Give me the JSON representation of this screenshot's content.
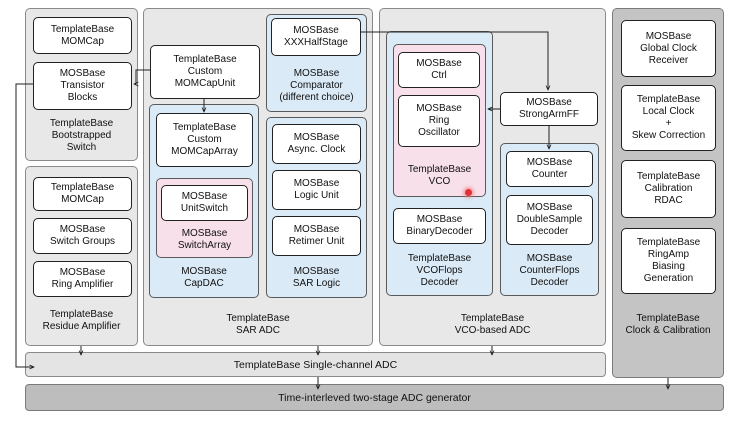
{
  "colors": {
    "panel": "#e8e8e8",
    "panel_dark": "#c4c4c4",
    "blue_group": "#daeaf7",
    "pink_group": "#f7e0ea",
    "box": "#ffffff",
    "marker": "#e0303a"
  },
  "bootstrapped": {
    "momcap": [
      "TemplateBase",
      "MOMCap"
    ],
    "transistor": [
      "MOSBase",
      "Transistor",
      "Blocks"
    ],
    "label": [
      "TemplateBase",
      "Bootstrapped",
      "Switch"
    ]
  },
  "residue": {
    "momcap": [
      "TemplateBase",
      "MOMCap"
    ],
    "switch_groups": [
      "MOSBase",
      "Switch Groups"
    ],
    "ring_amp": [
      "MOSBase",
      "Ring Amplifier"
    ],
    "label": [
      "TemplateBase",
      "Residue Amplifier"
    ]
  },
  "sar": {
    "custom_unit": [
      "TemplateBase",
      "Custom",
      "MOMCapUnit"
    ],
    "custom_array": [
      "TemplateBase",
      "Custom",
      "MOMCapArray"
    ],
    "unit_switch": [
      "MOSBase",
      "UnitSwitch"
    ],
    "switch_array": [
      "MOSBase",
      "SwitchArray"
    ],
    "capdac": [
      "MOSBase",
      "CapDAC"
    ],
    "half_stage": [
      "MOSBase",
      "XXXHalfStage"
    ],
    "comparator": [
      "MOSBase",
      "Comparator",
      "(different choice)"
    ],
    "async_clock": [
      "MOSBase",
      "Async. Clock"
    ],
    "logic_unit": [
      "MOSBase",
      "Logic Unit"
    ],
    "retimer": [
      "MOSBase",
      "Retimer Unit"
    ],
    "sar_logic": [
      "MOSBase",
      "SAR Logic"
    ],
    "label": [
      "TemplateBase",
      "SAR ADC"
    ]
  },
  "vco": {
    "ctrl": [
      "MOSBase",
      "Ctrl"
    ],
    "ring_osc": [
      "MOSBase",
      "Ring",
      "Oscillator"
    ],
    "vco_label": [
      "TemplateBase",
      "VCO"
    ],
    "strongarm": [
      "MOSBase",
      "StrongArmFF"
    ],
    "counter": [
      "MOSBase",
      "Counter"
    ],
    "doublesample": [
      "MOSBase",
      "DoubleSample",
      "Decoder"
    ],
    "counterflops": [
      "MOSBase",
      "CounterFlops",
      "Decoder"
    ],
    "binary_decoder": [
      "MOSBase",
      "BinaryDecoder"
    ],
    "vcoflops": [
      "TemplateBase",
      "VCOFlops",
      "Decoder"
    ],
    "label": [
      "TemplateBase",
      "VCO-based ADC"
    ]
  },
  "clock": {
    "global_clock": [
      "MOSBase",
      "Global Clock",
      "Receiver"
    ],
    "local_clock": [
      "TemplateBase",
      "Local Clock",
      "+",
      "Skew Correction"
    ],
    "calibration": [
      "TemplateBase",
      "Calibration",
      "RDAC"
    ],
    "ringamp_bias": [
      "TemplateBase",
      "RingAmp",
      "Biasing",
      "Generation"
    ],
    "label": [
      "TemplateBase",
      "Clock & Calibration"
    ]
  },
  "bars": {
    "single_channel": "TemplateBase Single-channel ADC",
    "time_interleaved": "Time-interleved two-stage ADC generator"
  }
}
